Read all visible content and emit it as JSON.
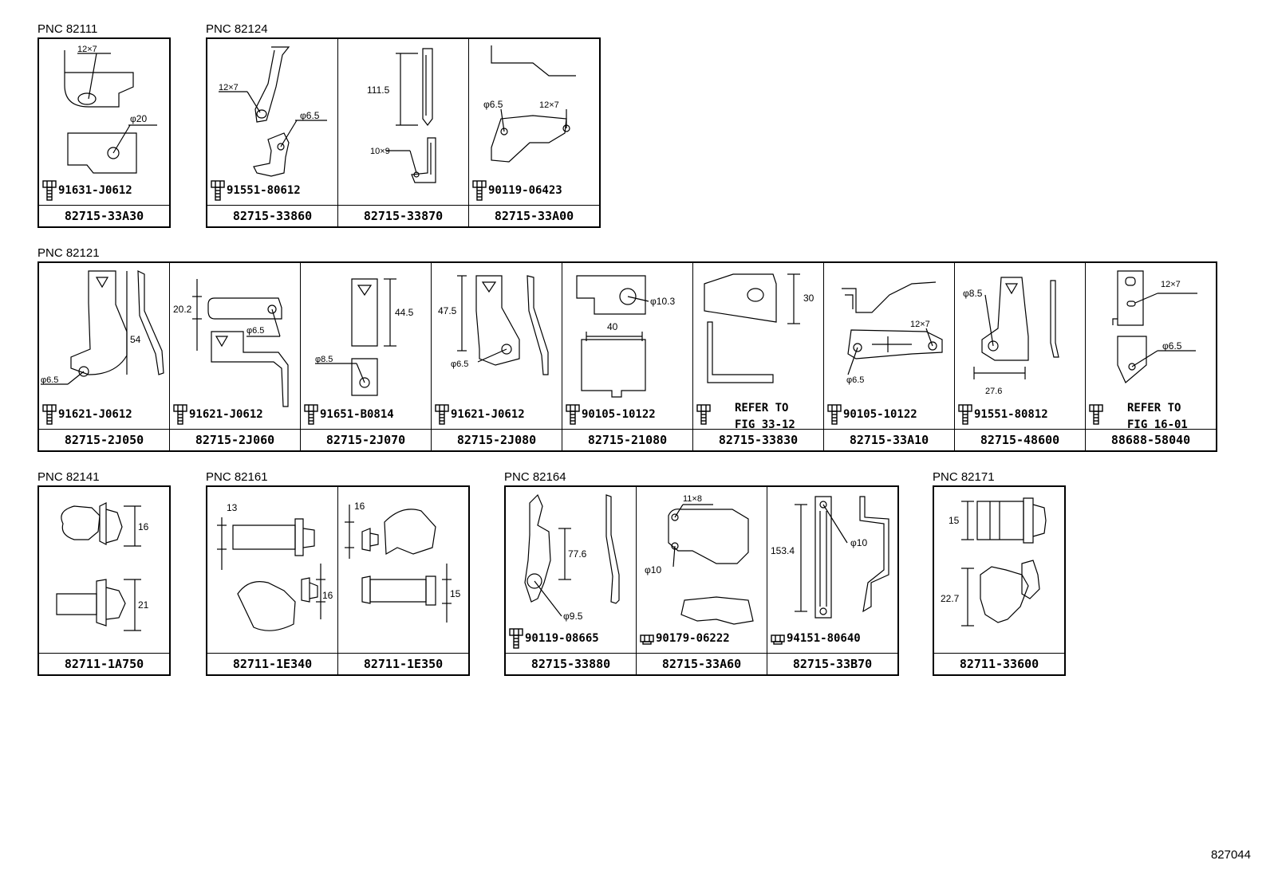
{
  "figure_id": "827044",
  "rows": [
    {
      "groups": [
        {
          "pnc": "PNC 82111",
          "cells": [
            {
              "part": "82715-33A30",
              "fastener": "91631-J0612",
              "dims": [
                "12×7",
                "φ20"
              ]
            }
          ]
        },
        {
          "pnc": "PNC 82124",
          "cells": [
            {
              "part": "82715-33860",
              "fastener": "91551-80612",
              "dims": [
                "12×7",
                "φ6.5"
              ]
            },
            {
              "part": "82715-33870",
              "dims": [
                "111.5",
                "10×9"
              ]
            },
            {
              "part": "82715-33A00",
              "fastener": "90119-06423",
              "dims": [
                "φ6.5",
                "12×7"
              ]
            }
          ]
        }
      ]
    },
    {
      "groups": [
        {
          "pnc": "PNC 82121",
          "cells": [
            {
              "part": "82715-2J050",
              "fastener": "91621-J0612",
              "dims": [
                "54",
                "φ6.5"
              ]
            },
            {
              "part": "82715-2J060",
              "fastener": "91621-J0612",
              "dims": [
                "20.2",
                "φ6.5"
              ]
            },
            {
              "part": "82715-2J070",
              "fastener": "91651-B0814",
              "dims": [
                "44.5",
                "φ8.5"
              ]
            },
            {
              "part": "82715-2J080",
              "fastener": "91621-J0612",
              "dims": [
                "47.5",
                "φ6.5"
              ]
            },
            {
              "part": "82715-21080",
              "fastener": "90105-10122",
              "dims": [
                "φ10.3",
                "40"
              ]
            },
            {
              "part": "82715-33830",
              "refer": [
                "REFER TO",
                "FIG 33-12"
              ],
              "dims": [
                "30"
              ]
            },
            {
              "part": "82715-33A10",
              "fastener": "90105-10122",
              "dims": [
                "12×7",
                "φ6.5"
              ]
            },
            {
              "part": "82715-48600",
              "fastener": "91551-80812",
              "dims": [
                "φ8.5",
                "27.6"
              ]
            },
            {
              "part": "88688-58040",
              "refer": [
                "REFER TO",
                "FIG 16-01"
              ],
              "dims": [
                "12×7",
                "φ6.5"
              ]
            }
          ]
        }
      ]
    },
    {
      "groups": [
        {
          "pnc": "PNC 82141",
          "cells": [
            {
              "part": "82711-1A750",
              "dims": [
                "16",
                "21"
              ]
            }
          ]
        },
        {
          "pnc": "PNC 82161",
          "cells": [
            {
              "part": "82711-1E340",
              "dims": [
                "13",
                "16"
              ]
            },
            {
              "part": "82711-1E350",
              "dims": [
                "16",
                "15"
              ]
            }
          ]
        },
        {
          "pnc": "PNC 82164",
          "cells": [
            {
              "part": "82715-33880",
              "fastener": "90119-08665",
              "dims": [
                "77.6",
                "φ9.5"
              ]
            },
            {
              "part": "82715-33A60",
              "fastener": "90179-06222",
              "dims": [
                "11×8",
                "φ10"
              ]
            },
            {
              "part": "82715-33B70",
              "fastener": "94151-80640",
              "dims": [
                "153.4",
                "φ10"
              ]
            }
          ]
        },
        {
          "pnc": "PNC 82171",
          "cells": [
            {
              "part": "82711-33600",
              "dims": [
                "15",
                "22.7"
              ]
            }
          ]
        }
      ]
    }
  ]
}
